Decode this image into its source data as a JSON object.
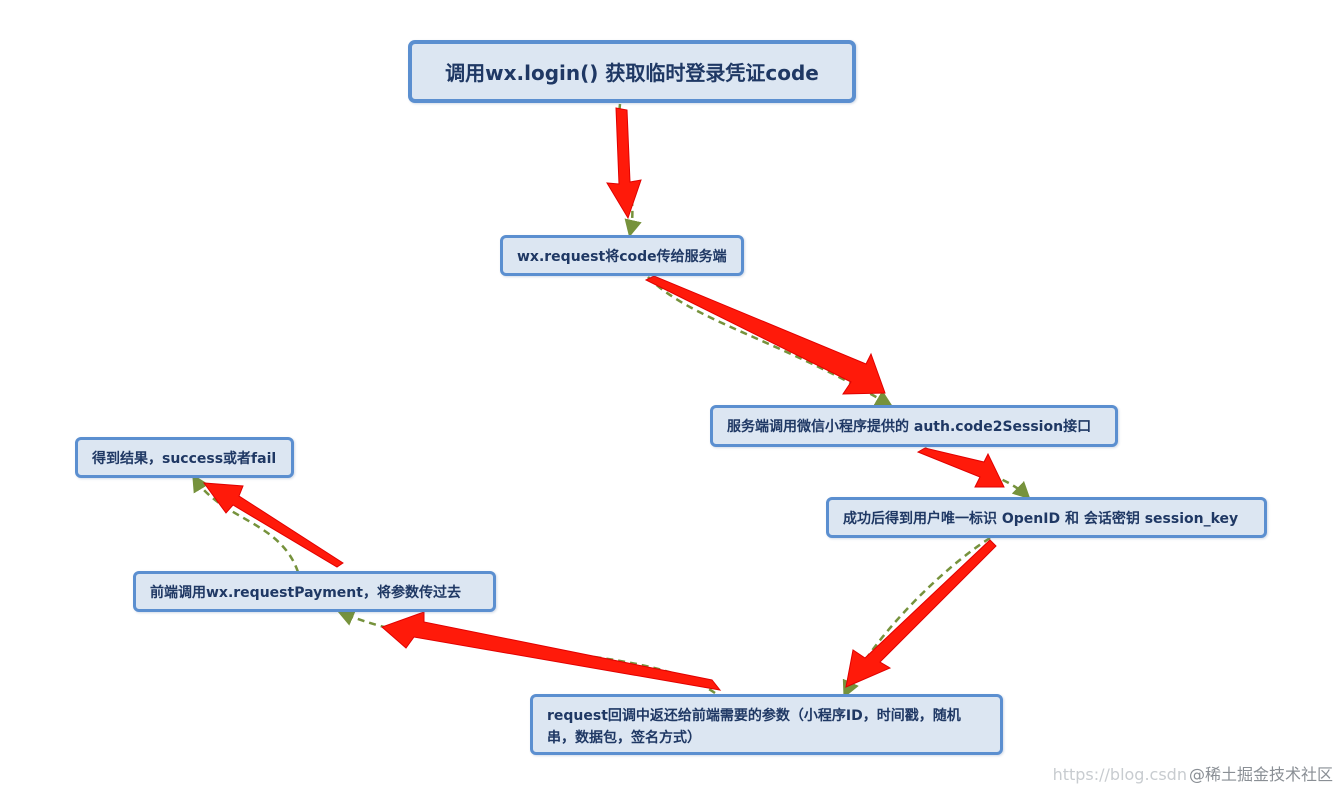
{
  "diagram": {
    "nodes": {
      "login": "调用wx.login() 获取临时登录凭证code",
      "request_code": "wx.request将code传给服务端",
      "server_call": "服务端调用微信小程序提供的 auth.code2Session接口",
      "openid": "成功后得到用户唯一标识 OpenID 和 会话密钥 session_key",
      "return_params": "request回调中返还给前端需要的参数（小程序ID，时间戳，随机串，数据包，签名方式）",
      "request_payment": "前端调用wx.requestPayment，将参数传过去",
      "result": "得到结果，success或者fail"
    },
    "colors": {
      "node_fill": "#dce6f2",
      "node_border": "#5b8fd0",
      "node_text": "#1f3864",
      "arrow_red": "#ff1a0a",
      "connector_green": "#76923c"
    }
  },
  "watermark": {
    "url": "https://blog.csdn",
    "brand": "@稀土掘金技术社区"
  }
}
